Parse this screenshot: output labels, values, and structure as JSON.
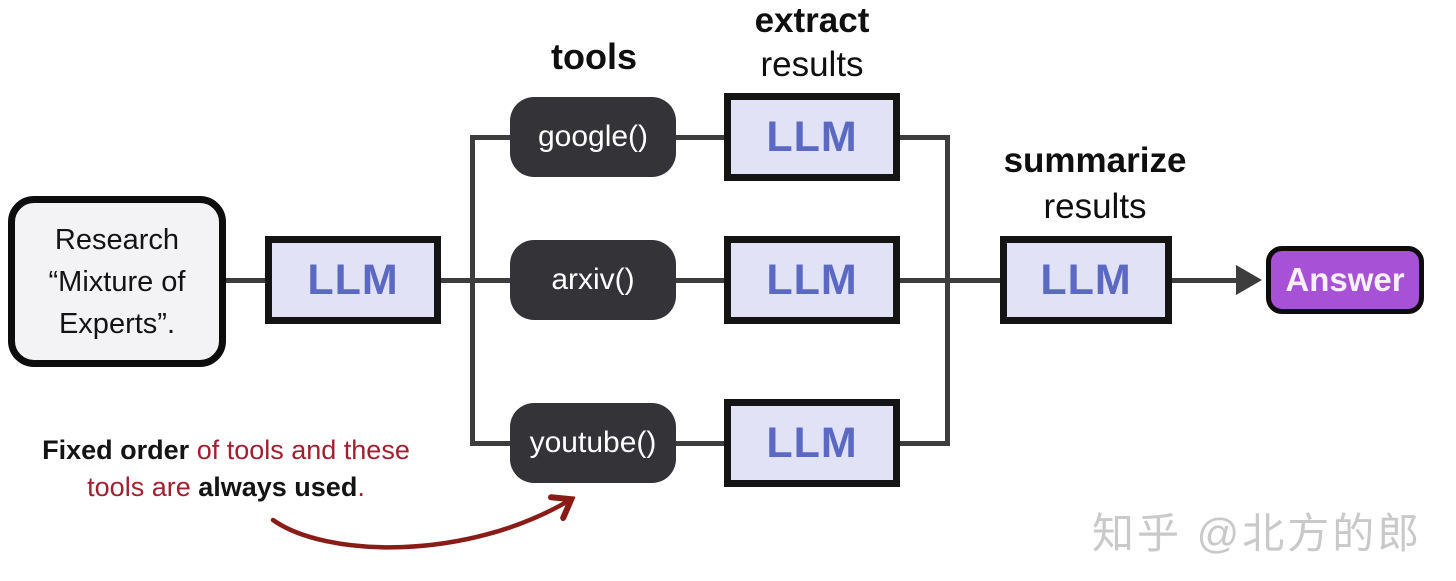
{
  "figure": {
    "query": "Research\n“Mixture of\nExperts”.",
    "llm": "LLM",
    "tools_heading": "tools",
    "extract_heading": {
      "line1": "extract",
      "line2": "results"
    },
    "summarize_heading": {
      "line1": "summarize",
      "line2": "results"
    },
    "tools": [
      {
        "name": "google()"
      },
      {
        "name": "arxiv()"
      },
      {
        "name": "youtube()"
      }
    ],
    "answer": "Answer",
    "annotation": {
      "line1_bold": "Fixed order",
      "line1_red": " of tools and these",
      "line2_red": "tools are ",
      "line2_bold": "always used",
      "line2_period": "."
    },
    "watermark": "知乎 @北方的郎",
    "colors": {
      "llm_box_bg": "#e1e2f6",
      "llm_box_text": "#5b69c3",
      "tool_box_bg": "#333338",
      "answer_bg": "#a651d6",
      "connector": "#3d3d3d",
      "annotation_red": "#a02030",
      "arrow_red": "#8a1c18",
      "query_box_bg": "#f3f3f5",
      "watermark_gray": "#c9c9c9"
    }
  }
}
